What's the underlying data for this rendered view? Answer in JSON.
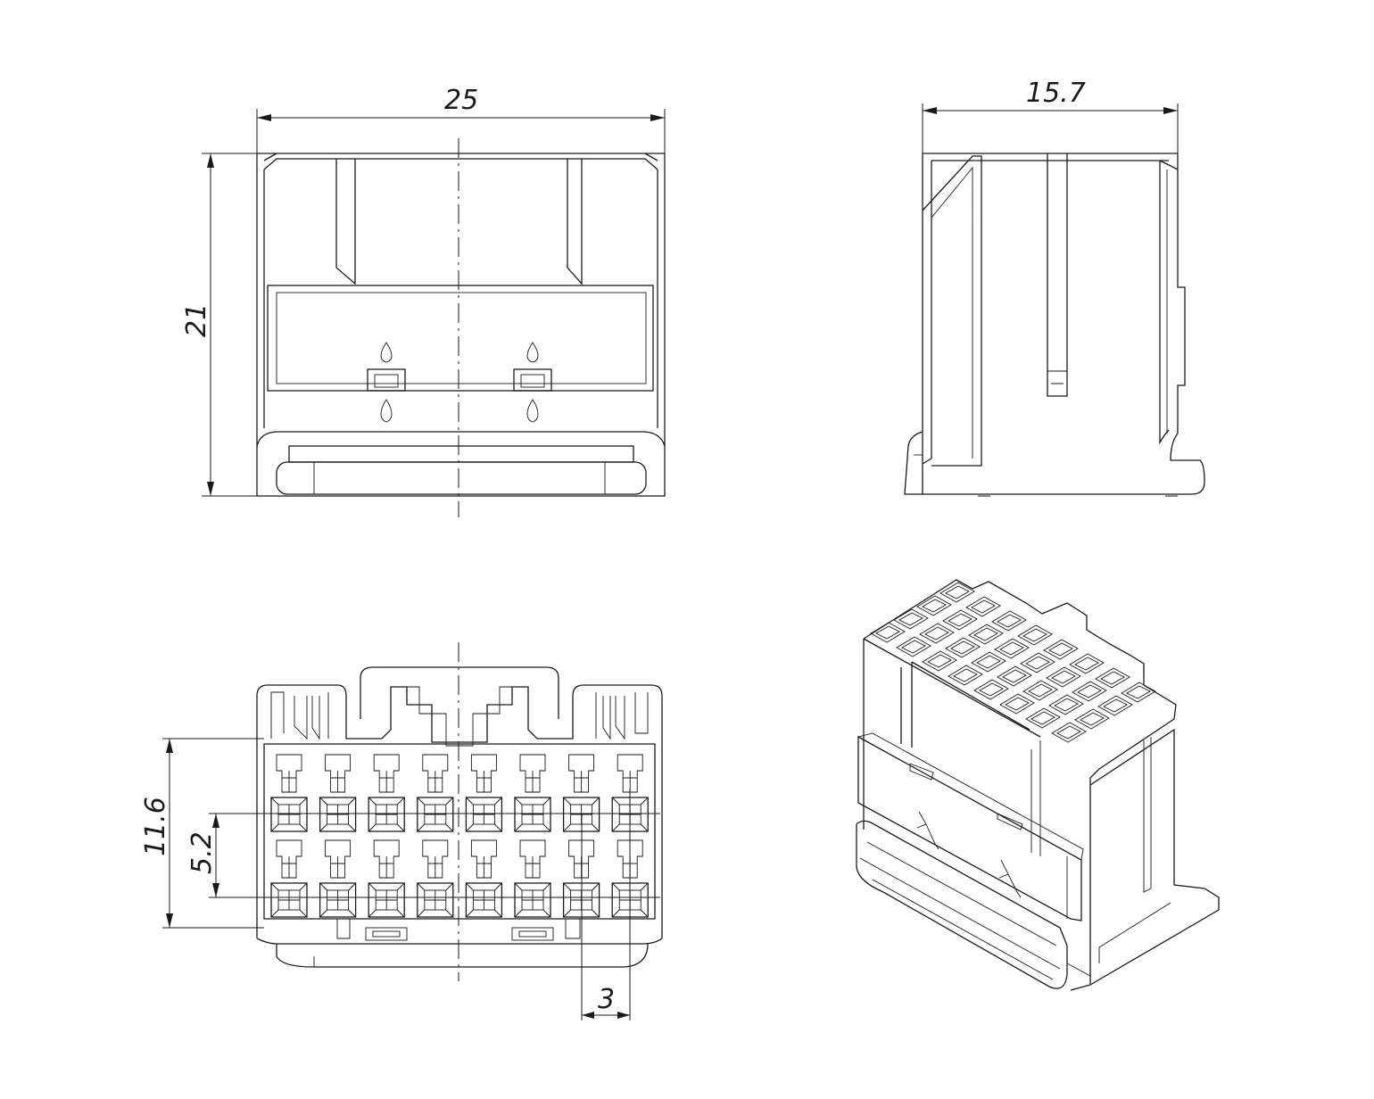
{
  "dimensions": {
    "front_width": "25",
    "front_height": "21",
    "side_depth": "15.7",
    "rear_span": "11.6",
    "row_pitch": "5.2",
    "col_pitch": "3"
  },
  "rear_view": {
    "cols": 8,
    "rows": 2
  },
  "colors": {
    "line": "#1a1a1a",
    "background": "#ffffff"
  }
}
